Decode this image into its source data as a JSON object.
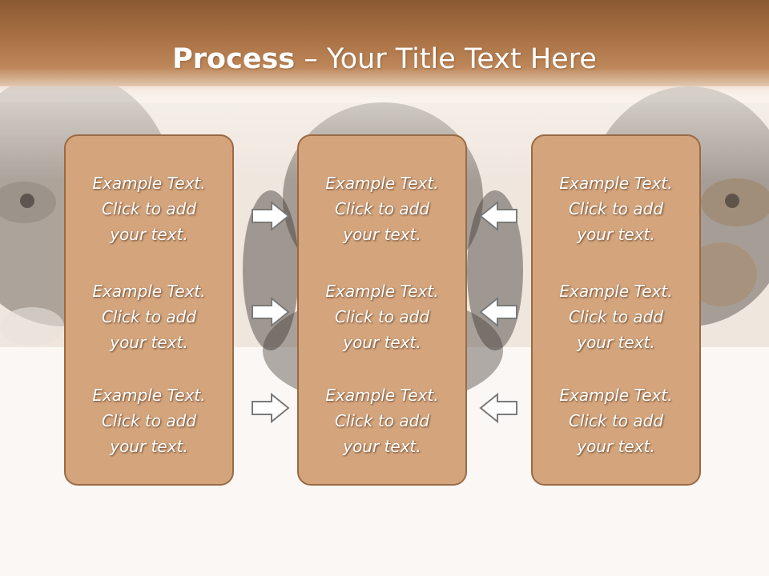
{
  "title": {
    "bold": "Process",
    "rest": " – Your Title Text Here"
  },
  "columns": [
    {
      "items": [
        {
          "line1": "Example Text.",
          "line2": "Click  to add",
          "line3": "your text."
        },
        {
          "line1": "Example Text.",
          "line2": "Click  to add",
          "line3": "your text."
        },
        {
          "line1": "Example Text.",
          "line2": "Click  to add",
          "line3": "your text."
        }
      ]
    },
    {
      "items": [
        {
          "line1": "Example Text.",
          "line2": "Click  to add",
          "line3": "your text."
        },
        {
          "line1": "Example Text.",
          "line2": "Click  to add",
          "line3": "your text."
        },
        {
          "line1": "Example Text.",
          "line2": "Click  to add",
          "line3": "your text."
        }
      ]
    },
    {
      "items": [
        {
          "line1": "Example Text.",
          "line2": "Click  to add",
          "line3": "your text."
        },
        {
          "line1": "Example Text.",
          "line2": "Click  to add",
          "line3": "your text."
        },
        {
          "line1": "Example Text.",
          "line2": "Click  to add",
          "line3": "your text."
        }
      ]
    }
  ],
  "arrows": {
    "left_group": "right",
    "right_group": "left"
  },
  "colors": {
    "header": "#a86f42",
    "box_fill": "#d4a57d",
    "box_border": "#9a6a45",
    "arrow_stroke": "#7a7a7a",
    "arrow_fill": "#ffffff"
  },
  "background_image": "three puppies peeking"
}
